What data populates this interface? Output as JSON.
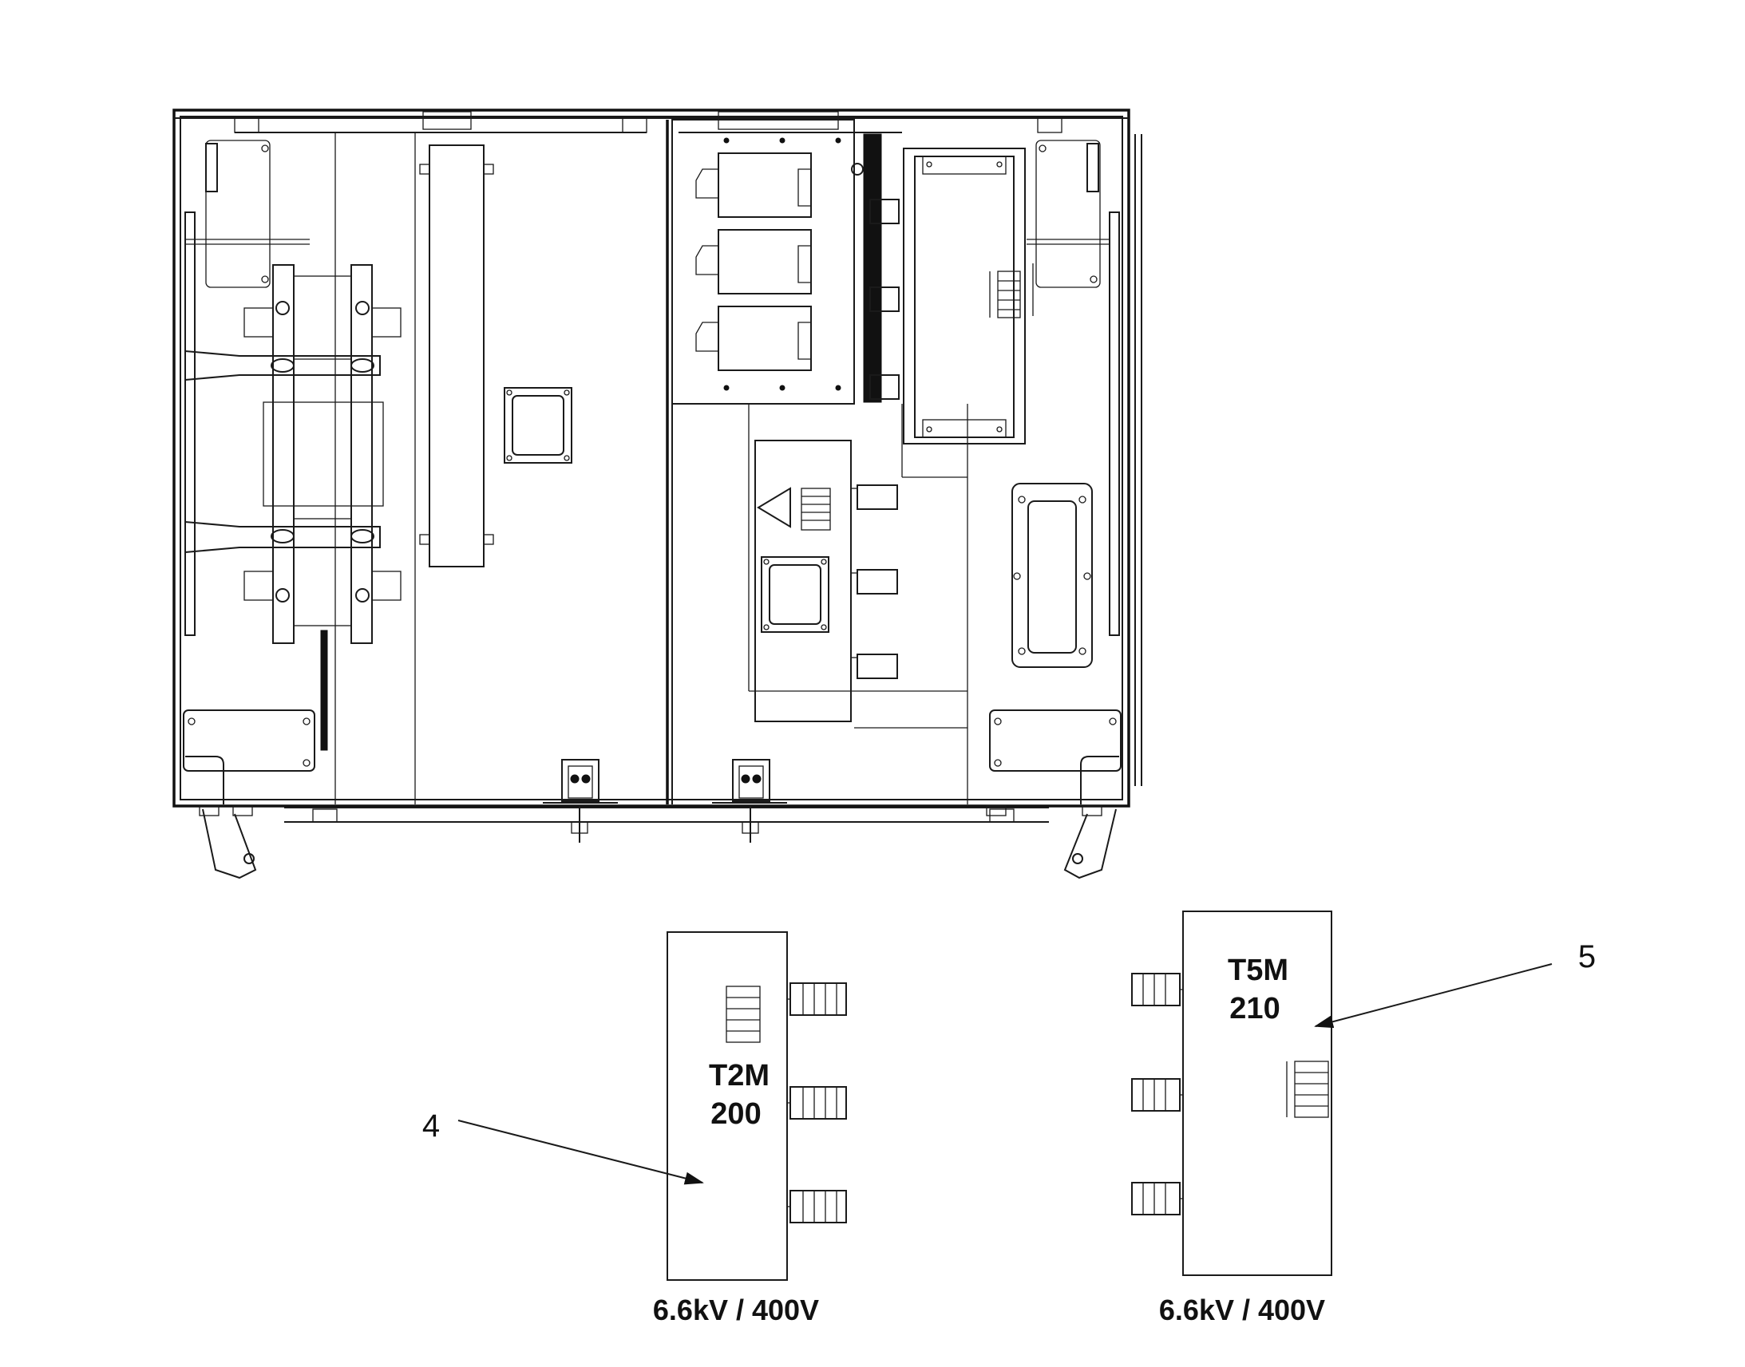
{
  "breakers": [
    {
      "id": "4",
      "model": "T2M",
      "rating": "200",
      "voltage": "6.6kV / 400V"
    },
    {
      "id": "5",
      "model": "T5M",
      "rating": "210",
      "voltage": "6.6kV / 400V"
    }
  ]
}
